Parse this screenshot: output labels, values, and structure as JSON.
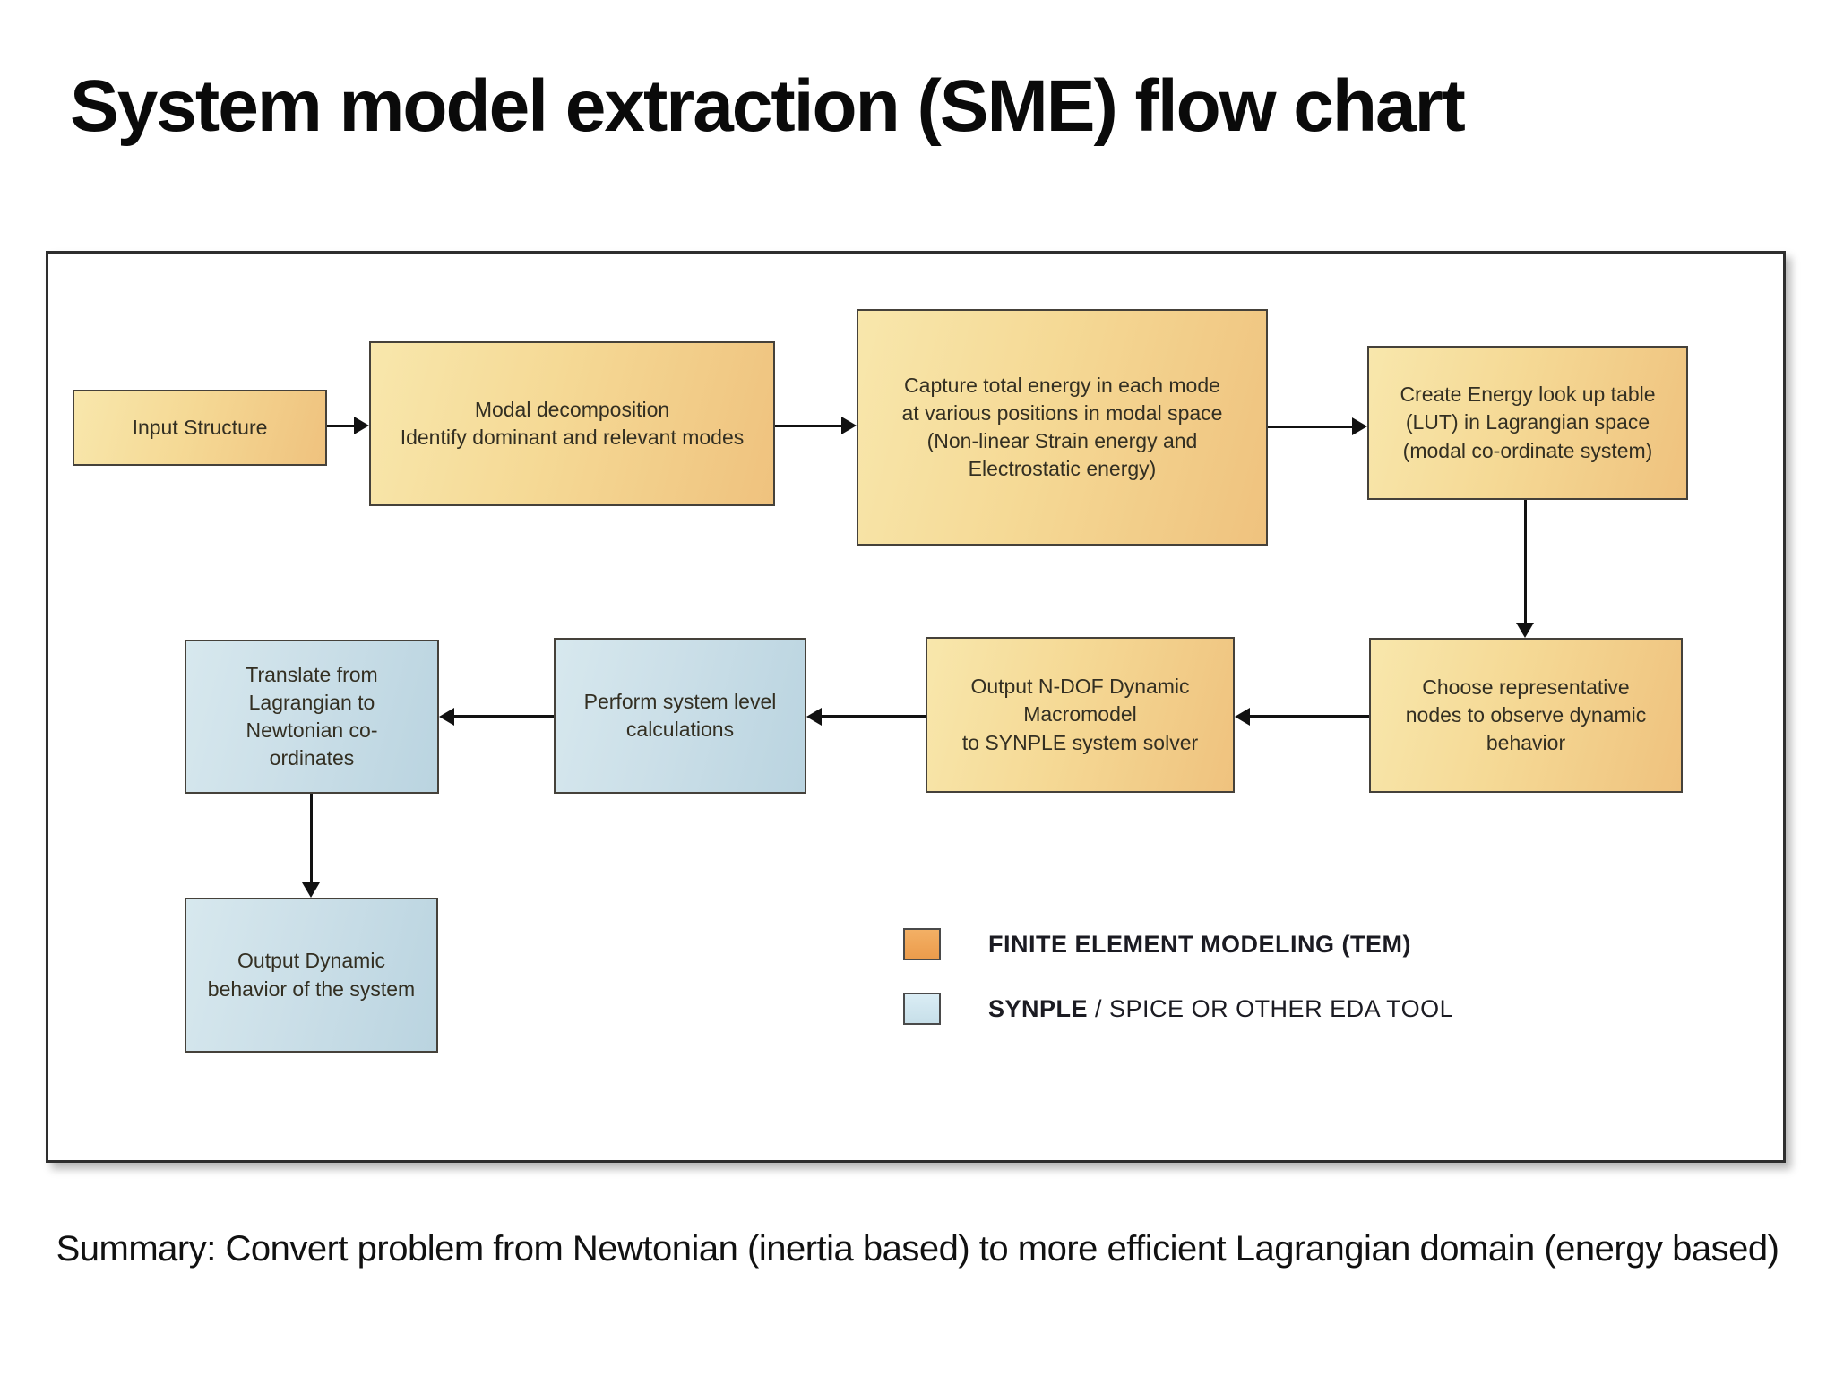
{
  "title": "System model extraction (SME) flow chart",
  "summary": "Summary: Convert problem from Newtonian (inertia based) to more efficient Lagrangian domain (energy based)",
  "colors": {
    "fem_fill_light": "#f8e7ac",
    "fem_fill_dark": "#efc27e",
    "eda_fill_light": "#d7e8ee",
    "eda_fill_dark": "#bad4e0",
    "legend_fem_swatch": "#efa757",
    "legend_eda_swatch": "#d0e6f0",
    "box_border": "#45413a",
    "arrow": "#111111"
  },
  "diagram": {
    "nodes": [
      {
        "id": "input-structure",
        "type": "fem",
        "label": "Input Structure"
      },
      {
        "id": "modal-decomposition",
        "type": "fem",
        "label": "Modal decomposition\nIdentify dominant and relevant modes"
      },
      {
        "id": "capture-energy",
        "type": "fem",
        "label": "Capture total energy in each mode\nat various positions in modal space\n(Non-linear Strain energy and\nElectrostatic energy)"
      },
      {
        "id": "create-lut",
        "type": "fem",
        "label": "Create Energy look up table\n(LUT) in Lagrangian space\n(modal co-ordinate system)"
      },
      {
        "id": "choose-nodes",
        "type": "fem",
        "label": "Choose representative\nnodes to observe dynamic\nbehavior"
      },
      {
        "id": "output-ndof",
        "type": "fem",
        "label": "Output N-DOF Dynamic\nMacromodel\nto SYNPLE system solver"
      },
      {
        "id": "perform-system-level",
        "type": "eda",
        "label": "Perform system level\ncalculations"
      },
      {
        "id": "translate-coordinates",
        "type": "eda",
        "label": "Translate from\nLagrangian to\nNewtonian co-\nordinates"
      },
      {
        "id": "output-dynamic-behavior",
        "type": "eda",
        "label": "Output Dynamic\nbehavior of the system"
      }
    ],
    "edges": [
      {
        "from": "input-structure",
        "to": "modal-decomposition"
      },
      {
        "from": "modal-decomposition",
        "to": "capture-energy"
      },
      {
        "from": "capture-energy",
        "to": "create-lut"
      },
      {
        "from": "create-lut",
        "to": "choose-nodes"
      },
      {
        "from": "choose-nodes",
        "to": "output-ndof"
      },
      {
        "from": "output-ndof",
        "to": "perform-system-level"
      },
      {
        "from": "perform-system-level",
        "to": "translate-coordinates"
      },
      {
        "from": "translate-coordinates",
        "to": "output-dynamic-behavior"
      }
    ],
    "legend": [
      {
        "type": "fem",
        "label_em": "FINITE ELEMENT MODELING (TEM)",
        "label_rest": ""
      },
      {
        "type": "eda",
        "label_em": "SYNPLE",
        "label_rest": " / SPICE OR OTHER EDA TOOL"
      }
    ]
  }
}
